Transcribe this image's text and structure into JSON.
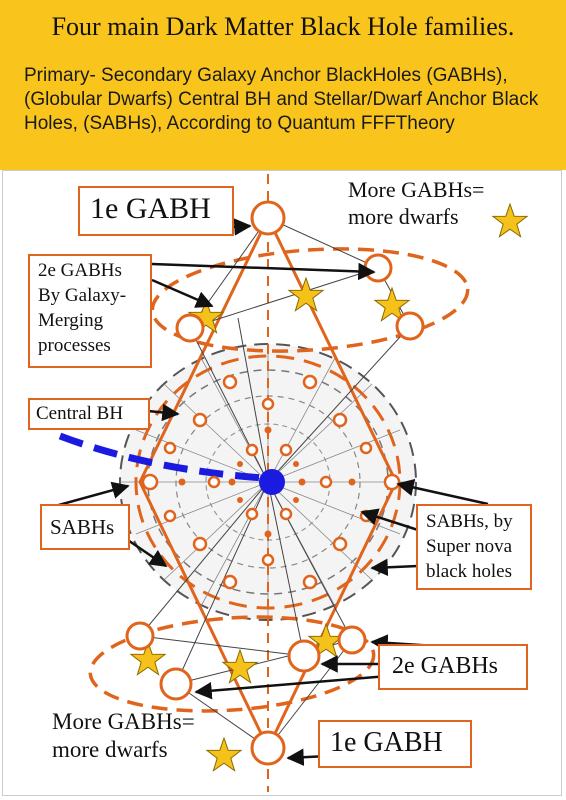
{
  "title": "Four main Dark Matter Black Hole families.",
  "subtitle": "Primary- Secondary Galaxy Anchor BlackHoles (GABHs), (Globular Dwarfs) Central BH and Stellar/Dwarf Anchor Black Holes, (SABHs), According to Quantum FFFTheory",
  "labels": {
    "gabh_1e_top": "1e GABH",
    "more_gabhs_top_line1": "More GABHs=",
    "more_gabhs_top_line2": "more dwarfs",
    "gabhs_2e_line1": "2e GABHs",
    "gabhs_2e_line2": "By Galaxy-",
    "gabhs_2e_line3": "Merging",
    "gabhs_2e_line4": "processes",
    "central_bh": "Central BH",
    "sabhs_left": "SABHs",
    "sabhs_right_line1": "SABHs, by",
    "sabhs_right_line2": "Super nova",
    "sabhs_right_line3": "black holes",
    "gabhs_2e_bottom": "2e GABHs",
    "more_gabhs_bottom_line1": "More GABHs=",
    "more_gabhs_bottom_line2": "more dwarfs",
    "gabh_1e_bottom": "1e GABH"
  },
  "colors": {
    "header_bg": "#f9c51c",
    "orange": "#e0641c",
    "star": "#f5c21b",
    "blue": "#1a1ae0",
    "box_border": "#e0641c"
  }
}
